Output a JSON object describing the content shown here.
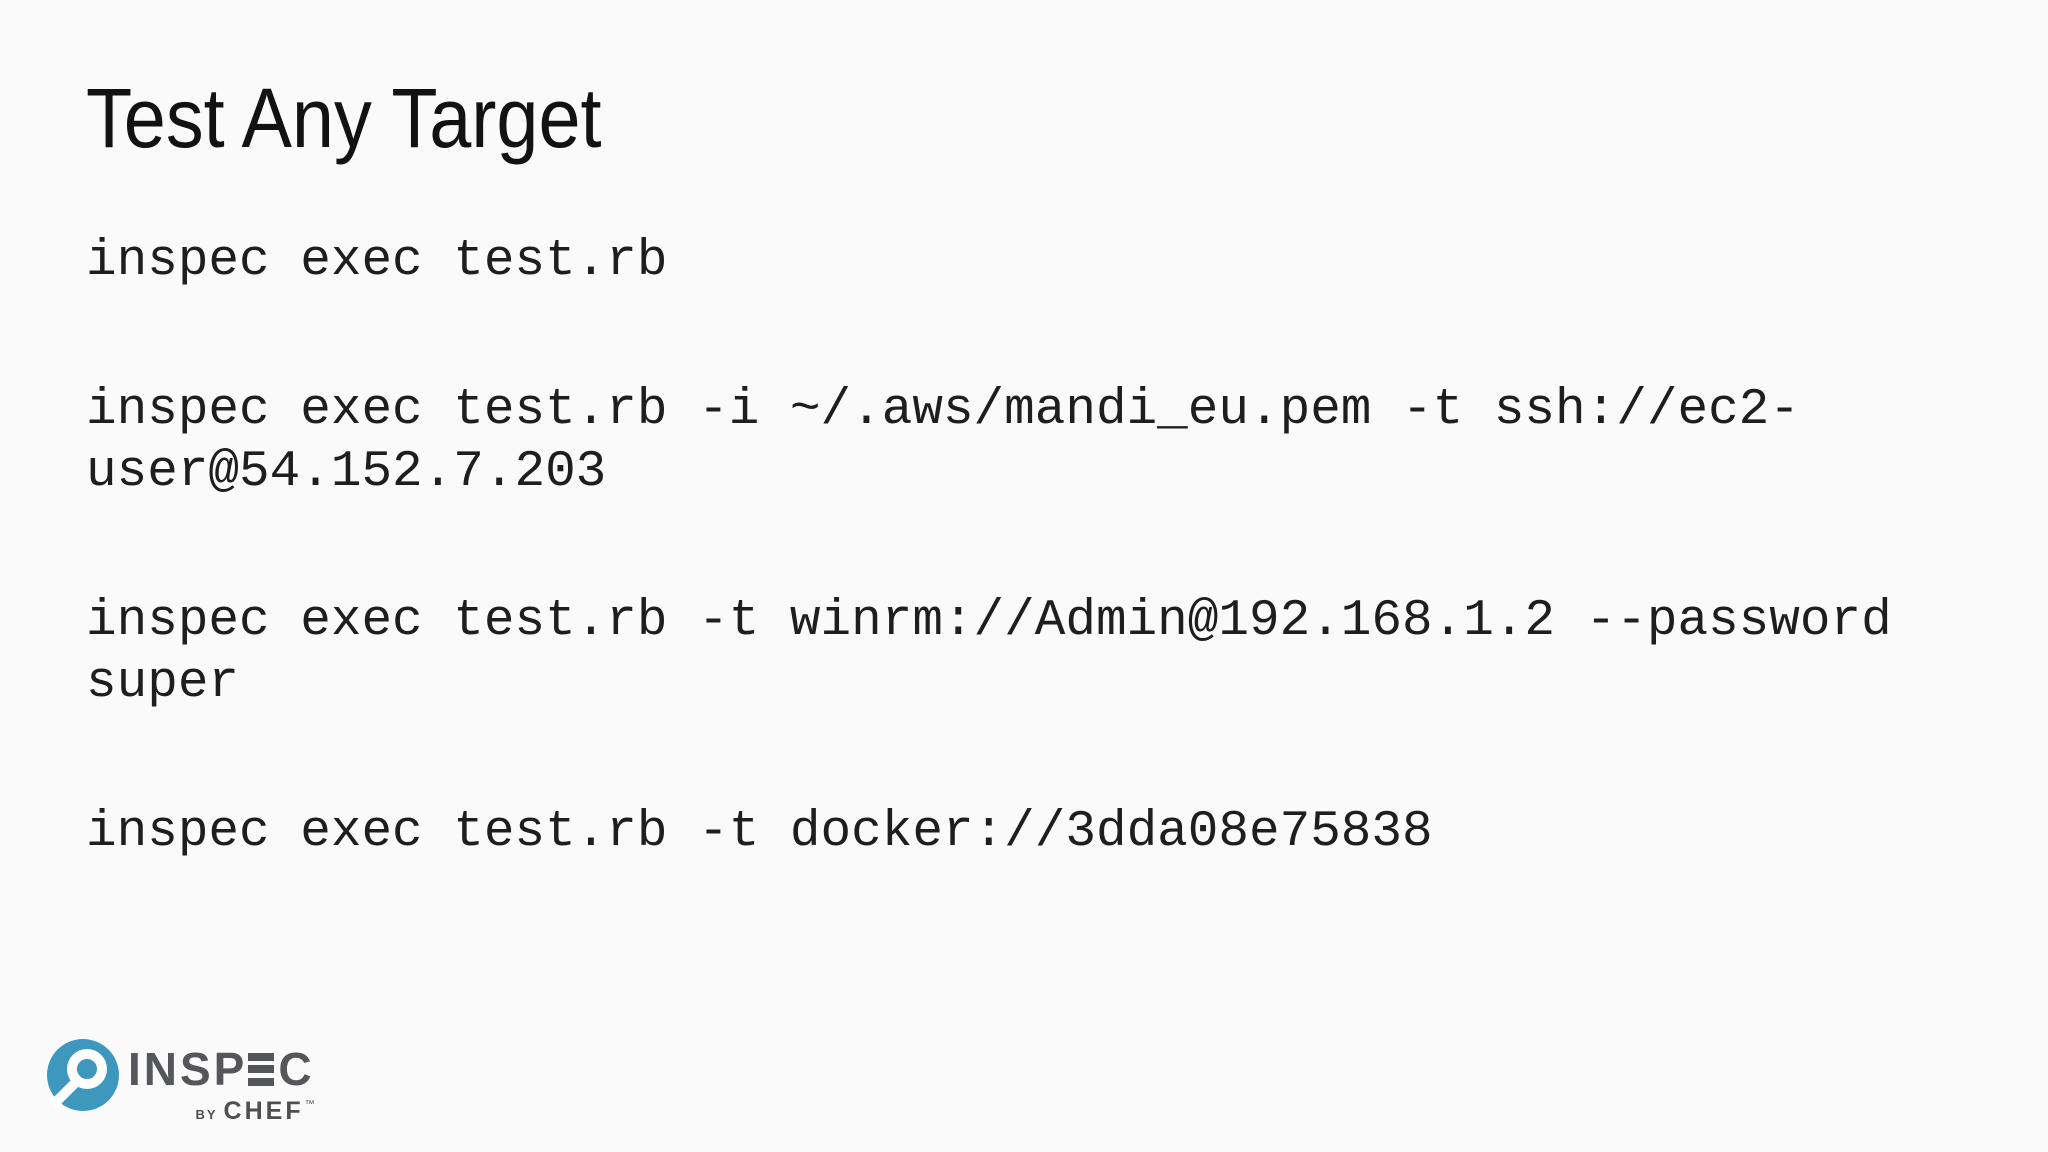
{
  "title": "Test Any Target",
  "commands": [
    {
      "lines": [
        "inspec exec test.rb"
      ]
    },
    {
      "lines": [
        "inspec exec test.rb -i ~/.aws/mandi_eu.pem -t ssh://ec2-",
        "user@54.152.7.203"
      ]
    },
    {
      "lines": [
        "inspec exec test.rb -t winrm://Admin@192.168.1.2 --password",
        "super"
      ]
    },
    {
      "lines": [
        "inspec exec test.rb -t docker://3dda08e75838"
      ]
    }
  ],
  "logo": {
    "icon": "magnifier-icon",
    "head": "INSP",
    "tail": "C",
    "by": "BY",
    "brand": "CHEF",
    "tm": "™",
    "accent_color": "#3e98be",
    "text_color": "#55565a"
  },
  "colors": {
    "background": "#fafafa",
    "title_text": "#121212",
    "command_text": "#1e1e1e"
  }
}
